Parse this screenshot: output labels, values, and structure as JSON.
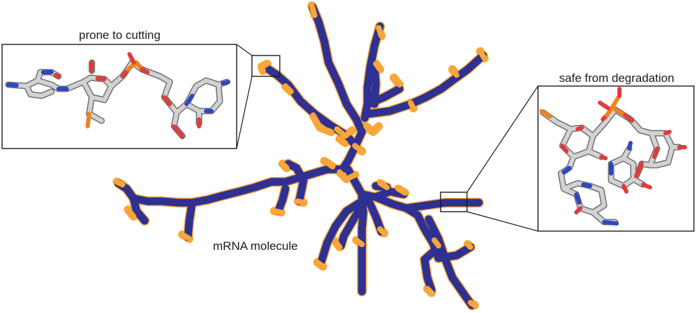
{
  "labels": {
    "left_callout": "prone to cutting",
    "right_callout": "safe from degradation",
    "molecule": "mRNA molecule"
  },
  "colors": {
    "strand": "#2e3192",
    "unpaired": "#f7a63a",
    "carbon": "#d2d2d2",
    "carbon_edge": "#6f6f6f",
    "oxygen": "#e03c3c",
    "nitrogen": "#2f46c2",
    "phosphorus": "#f0821e"
  }
}
